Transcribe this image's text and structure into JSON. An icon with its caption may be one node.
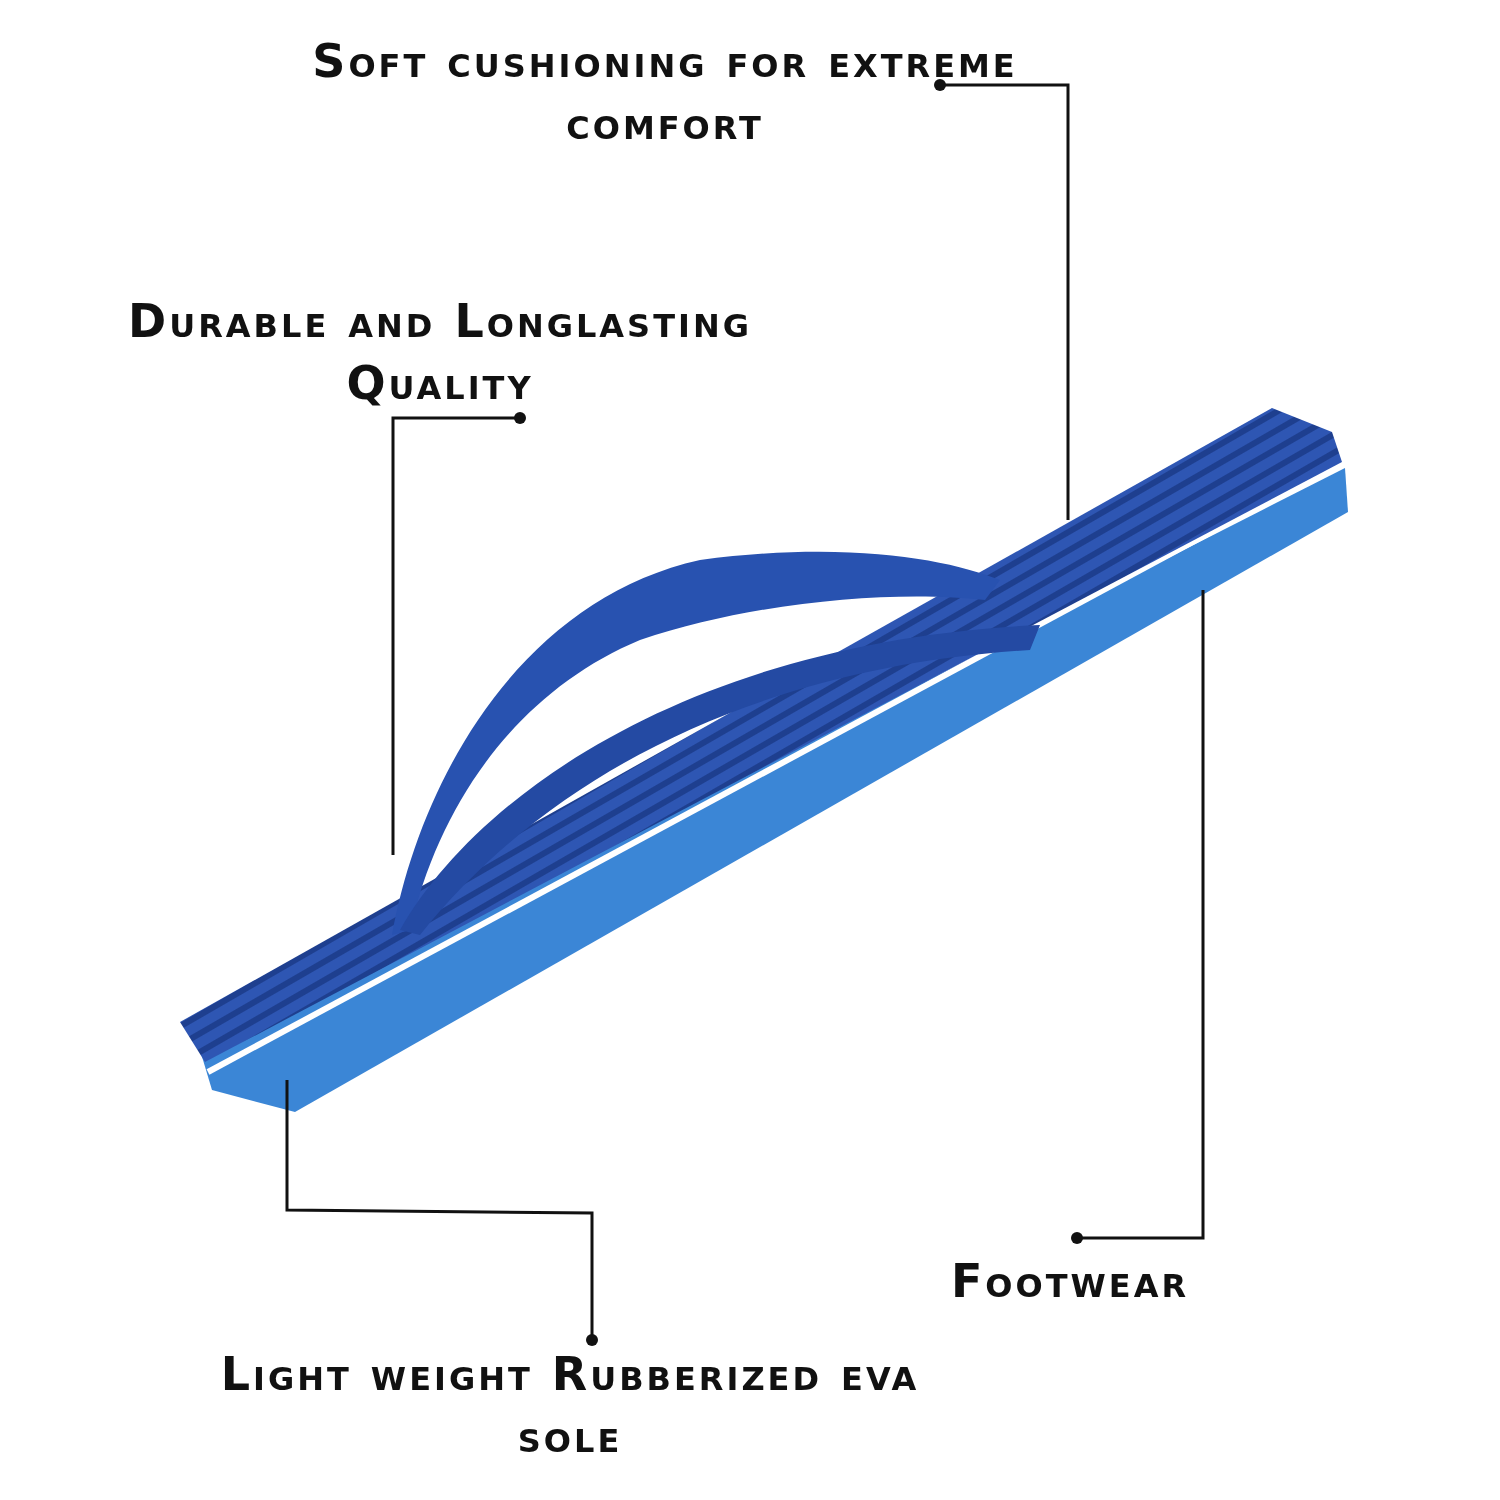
{
  "diagram": {
    "nodes": [
      {
        "text": [
          "Soft cushioning for extreme comfort"
        ]
      },
      {
        "text": [
          "Durable and Longlasting Quality"
        ]
      },
      {
        "text": [
          "Light weight Rubberized eva sole"
        ]
      },
      {
        "text": [
          "Footwear"
        ]
      }
    ],
    "edges": [
      {
        "from": 0,
        "to": null,
        "arrow": "other"
      },
      {
        "from": 1,
        "to": null,
        "arrow": "other"
      },
      {
        "from": 2,
        "to": null,
        "arrow": "other"
      },
      {
        "from": 3,
        "to": null,
        "arrow": "other"
      }
    ]
  }
}
